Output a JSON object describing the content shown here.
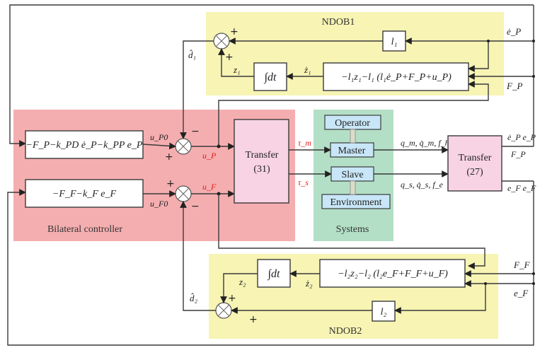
{
  "regions": {
    "ndob1": {
      "label": "NDOB1",
      "color": "#f7f4b4"
    },
    "ndob2": {
      "label": "NDOB2",
      "color": "#f7f4b4"
    },
    "bilateral": {
      "label": "Bilateral controller",
      "color": "#f5aeb0"
    },
    "systems": {
      "label": "Systems",
      "color": "#b3dfc6"
    }
  },
  "blocks": {
    "pos_ctrl": "−F_P−k_PD ė_P−k_PP e_P",
    "force_ctrl": "−F_F−k_F e_F",
    "transfer31": {
      "line1": "Transfer",
      "line2": "(31)"
    },
    "transfer27": {
      "line1": "Transfer",
      "line2": "(27)"
    },
    "operator": "Operator",
    "master": "Master",
    "slave": "Slave",
    "environment": "Environment",
    "ndob1_gain": "l₁",
    "ndob1_integrator": "∫dt",
    "ndob1_eq": "−l₁z₁−l₁ (l₁ė_P+F_P+u_P)",
    "ndob2_gain": "l₂",
    "ndob2_integrator": "∫dt",
    "ndob2_eq": "−l₂z₂−l₂ (l₂e_F+F_F+u_F)"
  },
  "signals": {
    "d1_hat": "d̂₁",
    "d2_hat": "d̂₂",
    "z1": "z₁",
    "z1_dot": "ż₁",
    "z2": "z₂",
    "z2_dot": "ż₂",
    "uP0": "u_P0",
    "uF0": "u_F0",
    "uP": "u_P",
    "uF": "u_F",
    "tau_m": "τ_m",
    "tau_s": "τ_s",
    "master_out": "q_m, q̇_m, f_h",
    "slave_out": "q_s, q̇_s, f_e",
    "t27_out_top": "ė_P e_P",
    "t27_out_FP": "F_P",
    "t27_out_bottom": "e_F e_F",
    "ndob1_in_edot": "ė_P",
    "ndob1_in_F": "F_P",
    "ndob2_in_F": "F_F",
    "ndob2_in_e": "e_F"
  },
  "signs": {
    "plus": "+",
    "minus": "−"
  },
  "colors": {
    "signal_red": "#e02020",
    "transfer_fill": "#f7d3e4",
    "system_block_fill": "#c8e6f7"
  }
}
